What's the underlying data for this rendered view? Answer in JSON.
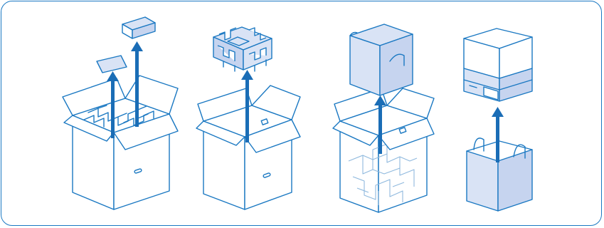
{
  "diagram": {
    "steps": [
      {
        "name": "remove-top-accessories",
        "description": ""
      },
      {
        "name": "remove-foam-insert",
        "description": ""
      },
      {
        "name": "lift-out-printer",
        "description": ""
      },
      {
        "name": "remove-carry-bag",
        "description": ""
      }
    ],
    "colors": {
      "line": "#1a78c2",
      "shade": "#d9e3f5",
      "arrow": "#1a6db6",
      "frame": "#1a78c2"
    },
    "icons": [
      "open-box-icon",
      "foam-insert-icon",
      "printer-icon",
      "carry-bag-icon",
      "up-arrow-icon"
    ]
  }
}
